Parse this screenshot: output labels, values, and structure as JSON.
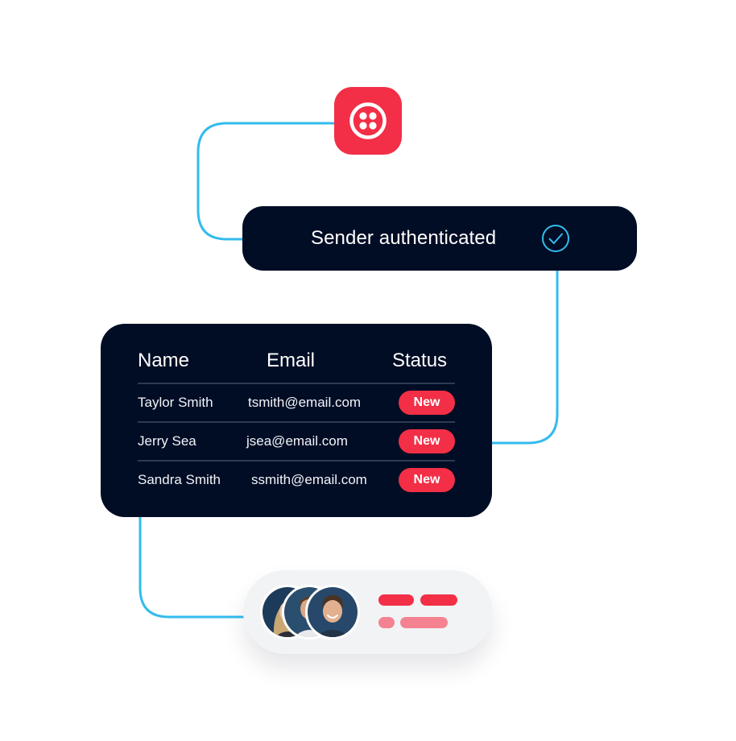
{
  "colors": {
    "brand_red": "#f22f46",
    "navy": "#000d25",
    "connector_blue": "#33bbee",
    "badge_light": "#f58291",
    "pill_bg": "#f2f3f5"
  },
  "logo": {
    "icon": "twilio-logo-icon"
  },
  "auth": {
    "text": "Sender authenticated",
    "icon": "check-circle-icon"
  },
  "table": {
    "headers": {
      "name": "Name",
      "email": "Email",
      "status": "Status"
    },
    "rows": [
      {
        "name": "Taylor Smith",
        "email": "tsmith@email.com",
        "status": "New"
      },
      {
        "name": "Jerry Sea",
        "email": "jsea@email.com",
        "status": "New"
      },
      {
        "name": "Sandra Smith",
        "email": "ssmith@email.com",
        "status": "New"
      }
    ]
  },
  "contacts": {
    "avatars": [
      "avatar-woman-icon",
      "avatar-man-icon",
      "avatar-smiling-man-icon"
    ],
    "placeholder_icon": "text-placeholder-bars-icon"
  }
}
